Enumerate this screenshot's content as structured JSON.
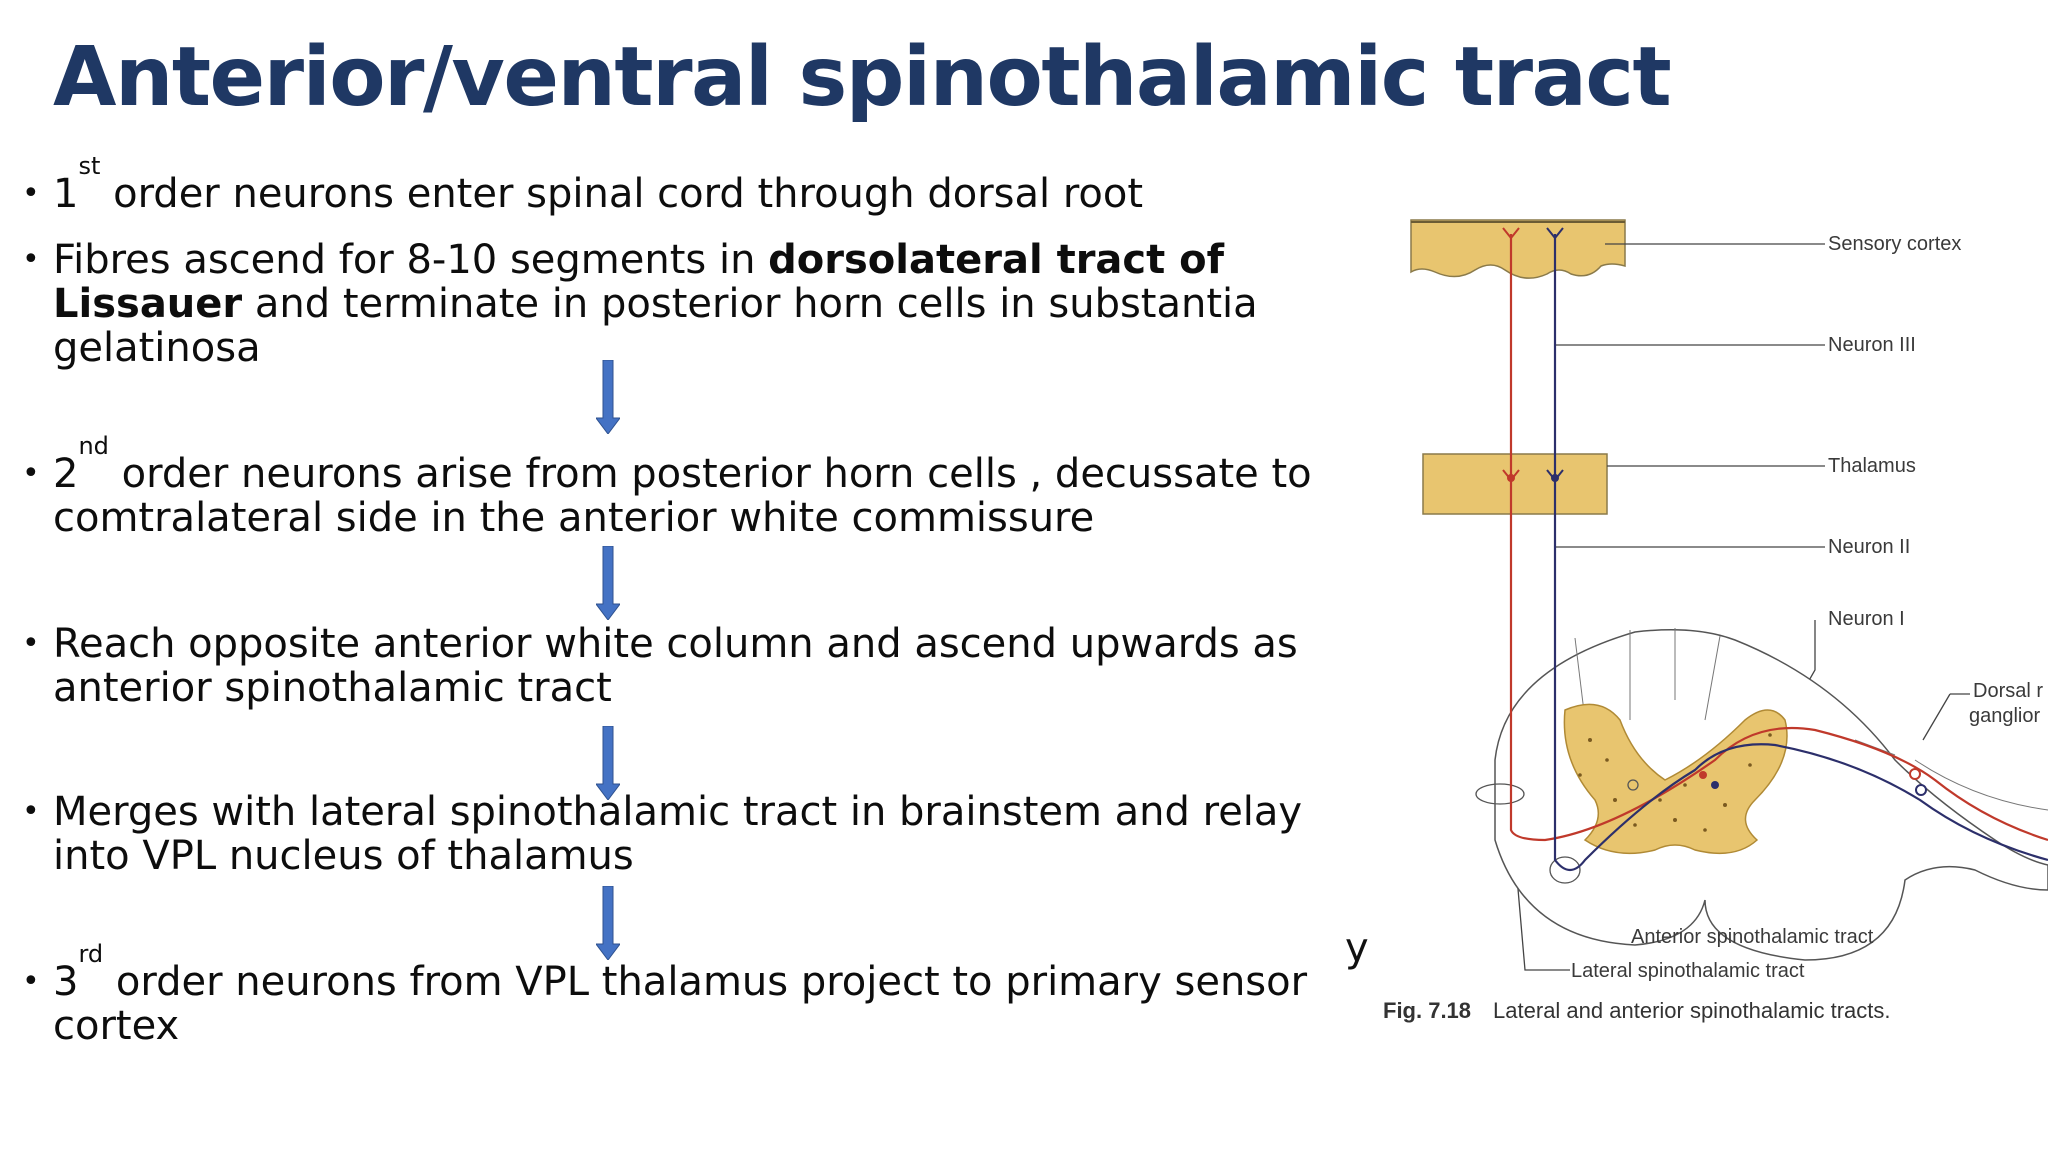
{
  "slide": {
    "title": "Anterior/ventral spinothalamic tract",
    "bullet_char": "•",
    "stray_char": "y",
    "bullets": [
      {
        "num": "1",
        "sup": "st",
        "text": " order neurons enter spinal cord through dorsal root"
      },
      {
        "pre": "Fibres ascend for 8-10 segments in ",
        "bold": "dorsolateral tract of Lissauer",
        "post": " and terminate in posterior horn cells in substantia gelatinosa"
      },
      {
        "num": "2",
        "sup": "nd",
        "text": " order neurons arise from posterior horn cells , decussate to comtralateral side in the anterior white commissure"
      },
      {
        "text": "Reach opposite anterior white column and ascend upwards as anterior spinothalamic tract"
      },
      {
        "text": "Merges with lateral spinothalamic tract in brainstem and relay into VPL nucleus of thalamus"
      },
      {
        "num": "3",
        "sup": "rd",
        "text": " order neurons from VPL thalamus project to primary sensor cortex"
      }
    ]
  },
  "figure": {
    "labels": {
      "sensory_cortex": "Sensory cortex",
      "neuron3": "Neuron III",
      "thalamus": "Thalamus",
      "neuron2": "Neuron II",
      "neuron1": "Neuron I",
      "dorsal_root_1": "Dorsal r",
      "dorsal_root_2": "ganglior",
      "anterior_tract": "Anterior spinothalamic tract",
      "lateral_tract": "Lateral spinothalamic tract"
    },
    "caption_num": "Fig. 7.18",
    "caption_text": "Lateral and anterior spinothalamic tracts.",
    "colors": {
      "title": "#1f3864",
      "arrow": "#4472c4",
      "red_path": "#c0392b",
      "blue_path": "#2c2f6b",
      "gray_matter": "#e8c56f"
    }
  }
}
